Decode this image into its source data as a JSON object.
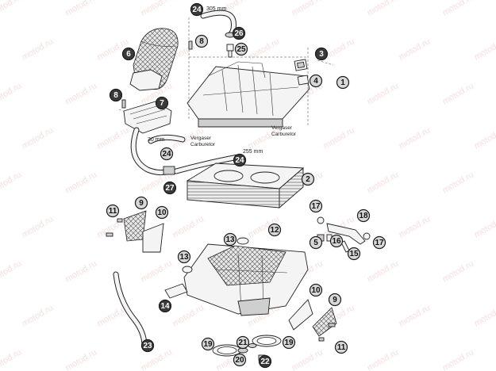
{
  "watermark": {
    "text": "motod.ru",
    "color": "#e6a0a0"
  },
  "colors": {
    "callout_fill": "#3a3a3a",
    "callout_fill_light": "#d8d8d8",
    "line": "#222222",
    "part_fill": "#f4f4f4"
  },
  "dimensions": {
    "top_hose": "305 mm",
    "left_hose": "30 mm",
    "right_hose": "255 mm"
  },
  "notes": {
    "left_line1": "Vergaser",
    "left_line2": "Carburetor",
    "right_line1": "Vergaser",
    "right_line2": "Carburetor"
  },
  "callouts": [
    {
      "id": "24a",
      "label": "24",
      "style": "dark"
    },
    {
      "id": "26",
      "label": "26",
      "style": "dark"
    },
    {
      "id": "8a",
      "label": "8",
      "style": "light"
    },
    {
      "id": "25",
      "label": "25",
      "style": "light"
    },
    {
      "id": "3",
      "label": "3",
      "style": "dark"
    },
    {
      "id": "6",
      "label": "6",
      "style": "dark"
    },
    {
      "id": "4",
      "label": "4",
      "style": "light"
    },
    {
      "id": "1",
      "label": "1",
      "style": "light"
    },
    {
      "id": "8b",
      "label": "8",
      "style": "dark"
    },
    {
      "id": "7",
      "label": "7",
      "style": "dark"
    },
    {
      "id": "24b",
      "label": "24",
      "style": "light"
    },
    {
      "id": "24c",
      "label": "24",
      "style": "dark"
    },
    {
      "id": "27",
      "label": "27",
      "style": "dark"
    },
    {
      "id": "2",
      "label": "2",
      "style": "light"
    },
    {
      "id": "11a",
      "label": "11",
      "style": "light"
    },
    {
      "id": "9a",
      "label": "9",
      "style": "light"
    },
    {
      "id": "10a",
      "label": "10",
      "style": "light"
    },
    {
      "id": "17a",
      "label": "17",
      "style": "light"
    },
    {
      "id": "18",
      "label": "18",
      "style": "light"
    },
    {
      "id": "12",
      "label": "12",
      "style": "light"
    },
    {
      "id": "13a",
      "label": "13",
      "style": "light"
    },
    {
      "id": "16",
      "label": "16",
      "style": "light"
    },
    {
      "id": "5",
      "label": "5",
      "style": "light"
    },
    {
      "id": "17b",
      "label": "17",
      "style": "light"
    },
    {
      "id": "15",
      "label": "15",
      "style": "light"
    },
    {
      "id": "13b",
      "label": "13",
      "style": "light"
    },
    {
      "id": "14",
      "label": "14",
      "style": "dark"
    },
    {
      "id": "10b",
      "label": "10",
      "style": "light"
    },
    {
      "id": "9b",
      "label": "9",
      "style": "light"
    },
    {
      "id": "23",
      "label": "23",
      "style": "dark"
    },
    {
      "id": "19a",
      "label": "19",
      "style": "light"
    },
    {
      "id": "21",
      "label": "21",
      "style": "light"
    },
    {
      "id": "20",
      "label": "20",
      "style": "light"
    },
    {
      "id": "19b",
      "label": "19",
      "style": "light"
    },
    {
      "id": "11b",
      "label": "11",
      "style": "light"
    },
    {
      "id": "22",
      "label": "22",
      "style": "dark"
    }
  ]
}
